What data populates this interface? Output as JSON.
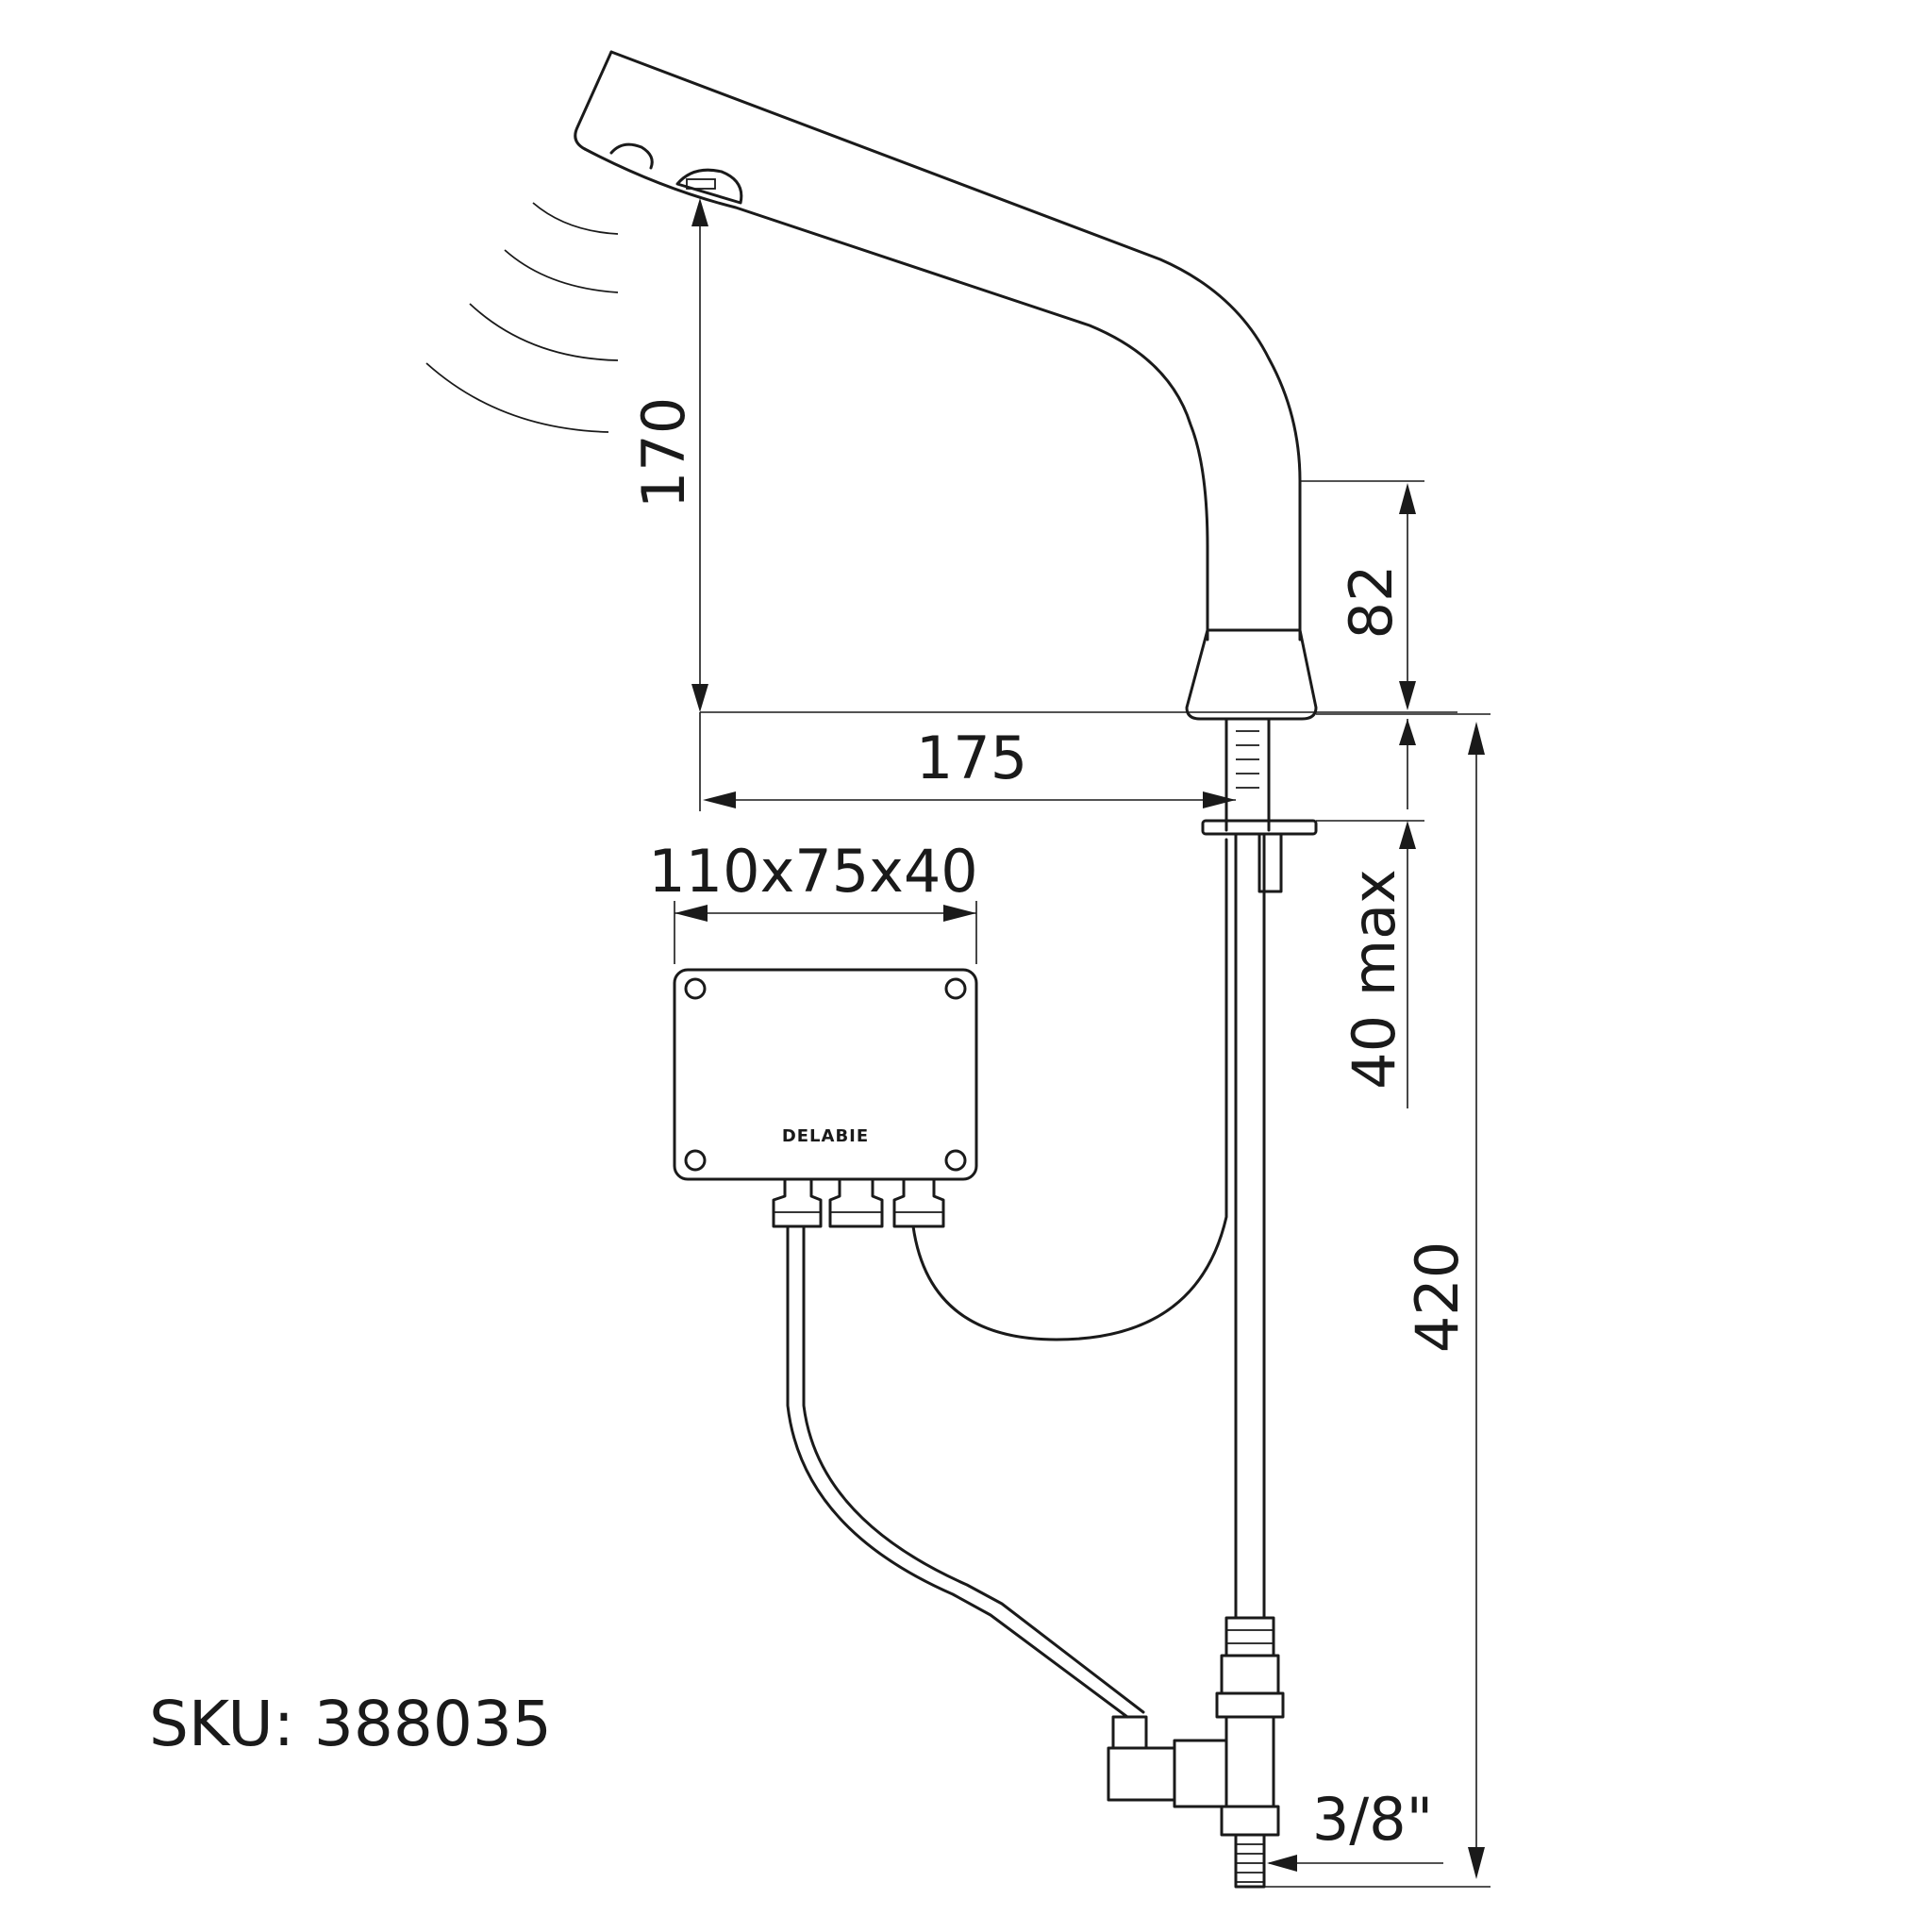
{
  "sku_label": "SKU: 388035",
  "brand": "DELABIE",
  "dimensions": {
    "spout_height": "170",
    "reach": "175",
    "body_height": "82",
    "box_size": "110x75x40",
    "deck_thickness": "40 max",
    "total_length": "420",
    "connection": "3/8\""
  },
  "colors": {
    "ink": "#1a1a1a",
    "background": "#ffffff"
  }
}
